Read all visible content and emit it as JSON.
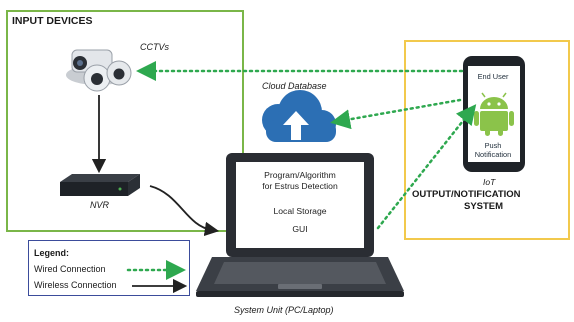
{
  "input_devices": {
    "title": "INPUT DEVICES",
    "cctv_label": "CCTVs",
    "nvr_label": "NVR"
  },
  "cloud": {
    "label": "Cloud Database"
  },
  "system_unit": {
    "screen_line1": "Program/Algorithm",
    "screen_line2": "for Estrus Detection",
    "screen_line3": "Local Storage",
    "screen_line4": "GUI",
    "caption": "System Unit (PC/Laptop)"
  },
  "output": {
    "end_user": "End User",
    "push_line1": "Push",
    "push_line2": "Notification",
    "iot_label": "IoT",
    "title_line1": "OUTPUT/NOTIFICATION",
    "title_line2": "SYSTEM"
  },
  "legend": {
    "title": "Legend:",
    "item1": "Wired Connection",
    "item2": "Wireless Connection"
  },
  "colors": {
    "input_border": "#7ab648",
    "output_border": "#f2c94c",
    "legend_border": "#3b4c9b",
    "wireless_dots": "#2ea84f",
    "cloud": "#2c6fb4",
    "android": "#8bc34a"
  }
}
